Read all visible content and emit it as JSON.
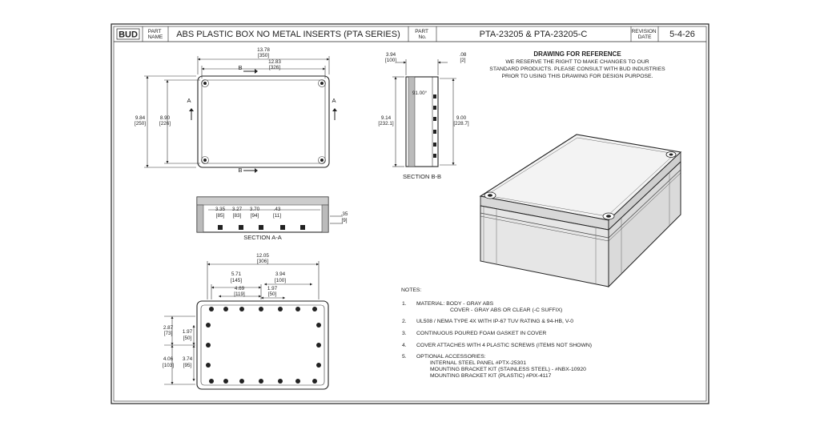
{
  "title_block": {
    "logo": "BUD",
    "part_name_label": "PART\nNAME",
    "part_name": "ABS PLASTIC BOX NO METAL INSERTS (PTA SERIES)",
    "part_no_label": "PART\nNo.",
    "part_no": "PTA-23205 & PTA-23205-C",
    "revision_label": "REVISION\nDATE",
    "revision": "5-4-26"
  },
  "reference": {
    "title": "DRAWING FOR REFERENCE",
    "lines": [
      "WE RESERVE THE RIGHT TO MAKE CHANGES TO OUR",
      "STANDARD PRODUCTS. PLEASE CONSULT WITH BUD INDUSTRIES",
      "PRIOR TO USING THIS DRAWING FOR DESIGN PURPOSE."
    ]
  },
  "top_view": {
    "overall_width": "13.78",
    "overall_width_mm": "[350]",
    "inner_width": "12.83",
    "inner_width_mm": "[326]",
    "overall_height": "9.84",
    "overall_height_mm": "[250]",
    "inner_height": "8.90",
    "inner_height_mm": "[226]",
    "section_a": "A",
    "section_b": "B"
  },
  "side_view": {
    "depth": "3.94",
    "depth_mm": "[100]",
    "lip": ".08",
    "lip_mm": "[2]",
    "left_height": "9.14",
    "left_height_mm": "[232.1]",
    "right_height": "9.00",
    "right_height_mm": "[228.7]",
    "draft_angle": "91.00°",
    "label": "SECTION B-B"
  },
  "section_aa": {
    "label": "SECTION A-A",
    "d1": "3.35",
    "d1_mm": "[85]",
    "d2": "3.27",
    "d2_mm": "[83]",
    "d3": "3.70",
    "d3_mm": "[94]",
    "d4": ".43",
    "d4_mm": "[11]",
    "d5": ".35",
    "d5_mm": "[9]"
  },
  "bottom_view": {
    "overall": "12.05",
    "overall_mm": "[306]",
    "w1": "5.71",
    "w1_mm": "[145]",
    "w2": "3.94",
    "w2_mm": "[100]",
    "w3": "4.69",
    "w3_mm": "[119]",
    "w4": "1.97",
    "w4_mm": "[50]",
    "h1": "2.87",
    "h1_mm": "[73]",
    "h2": "1.97",
    "h2_mm": "[50]",
    "h3": "4.06",
    "h3_mm": "[103]",
    "h4": "3.74",
    "h4_mm": "[95]"
  },
  "notes": {
    "heading": "NOTES:",
    "items": [
      {
        "num": "1.",
        "lines": [
          "MATERIAL:  BODY - GRAY ABS",
          "COVER - GRAY ABS OR CLEAR (-C SUFFIX)"
        ]
      },
      {
        "num": "2.",
        "lines": [
          "UL508 / NEMA TYPE 4X WITH IP-67 TUV RATING & 94-HB, V-0"
        ]
      },
      {
        "num": "3.",
        "lines": [
          "CONTINUOUS POURED FOAM GASKET IN COVER"
        ]
      },
      {
        "num": "4.",
        "lines": [
          "COVER ATTACHES WITH 4 PLASTIC SCREWS (ITEMS NOT SHOWN)"
        ]
      },
      {
        "num": "5.",
        "lines": [
          "OPTIONAL ACCESSORIES:",
          "INTERNAL STEEL PANEL #PTX-25301",
          "MOUNTING BRACKET KIT (STAINLESS STEEL) - #NBX-10920",
          "MOUNTING BRACKET KIT (PLASTIC) #PIX-4117"
        ]
      }
    ]
  }
}
